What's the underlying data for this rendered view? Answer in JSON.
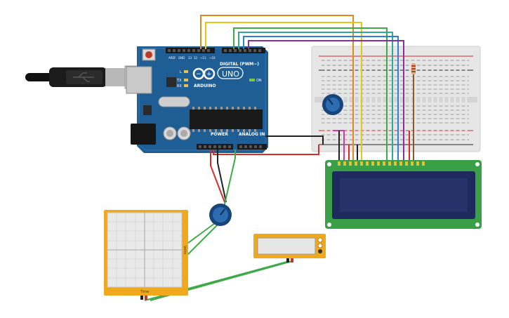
{
  "arduino": {
    "brand": "ARDUINO",
    "model": "UNO",
    "digital_label": "DIGITAL (PWM~)",
    "power_label": "POWER",
    "analog_label": "ANALOG IN",
    "on_label": "ON",
    "l_label": "L",
    "tx_label": "TX",
    "rx_label": "RX"
  },
  "oscilloscope": {
    "time_label": "Time",
    "volts_label": "Volts"
  },
  "colors": {
    "board": "#1f5e95",
    "board_dark": "#174a77",
    "breadboard": "#e6e6e6",
    "lcd_pcb": "#3aa047",
    "lcd_screen": "#1e2a5c",
    "instrument_frame": "#f0a81c",
    "wire_red": "#d62c2c",
    "wire_black": "#222222",
    "wire_green": "#3daa47",
    "wire_orange": "#e08a1e",
    "wire_yellow": "#e6c619",
    "wire_teal": "#2eaa9a",
    "wire_blue": "#2f7fd6",
    "wire_purple": "#8a2e9a",
    "wire_pink": "#d33c9e",
    "wire_brown": "#8b5a2b"
  }
}
